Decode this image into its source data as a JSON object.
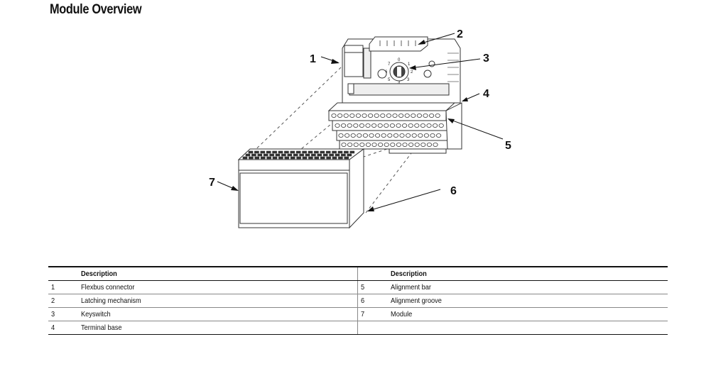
{
  "heading": "Module Overview",
  "callouts": [
    "1",
    "2",
    "3",
    "4",
    "5",
    "6",
    "7"
  ],
  "table": {
    "header": {
      "num": "",
      "description": "Description"
    },
    "rows": [
      {
        "left_num": "1",
        "left_desc": "Flexbus connector",
        "right_num": "5",
        "right_desc": "Alignment bar"
      },
      {
        "left_num": "2",
        "left_desc": "Latching mechanism",
        "right_num": "6",
        "right_desc": "Alignment groove"
      },
      {
        "left_num": "3",
        "left_desc": "Keyswitch",
        "right_num": "7",
        "right_desc": "Module"
      },
      {
        "left_num": "4",
        "left_desc": "Terminal base",
        "right_num": "",
        "right_desc": ""
      }
    ]
  }
}
